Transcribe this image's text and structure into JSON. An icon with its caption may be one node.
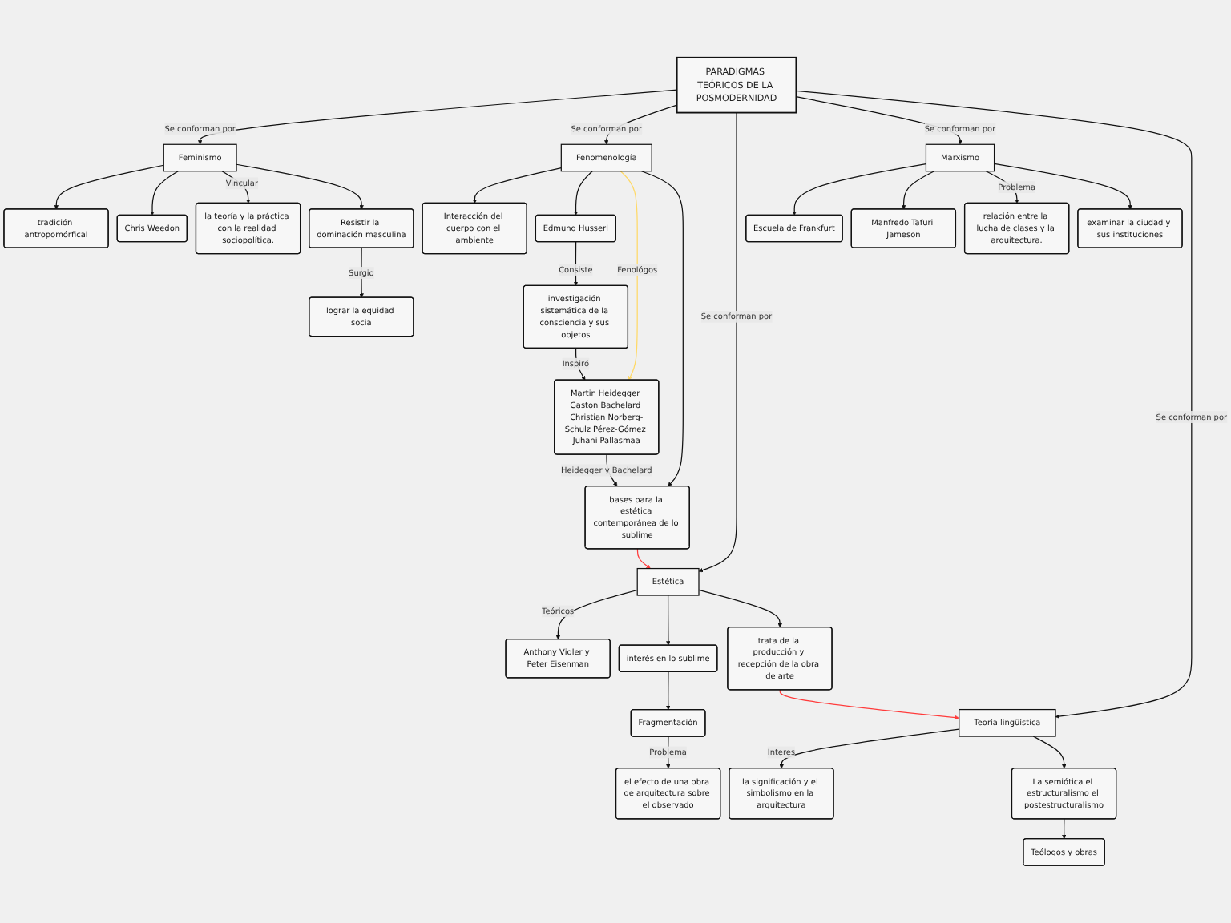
{
  "diagram": {
    "nodes": [
      {
        "text": [
          "PARADIGMAS TEÓRICOS DE LA POSMODERNIDAD"
        ]
      },
      {
        "text": [
          "Feminismo"
        ]
      },
      {
        "text": [
          "tradición antropomórfical"
        ]
      },
      {
        "text": [
          "Chris Weedon"
        ]
      },
      {
        "text": [
          "la teoría y la práctica con la realidad sociopolítica."
        ]
      },
      {
        "text": [
          "Resistir la dominación masculina"
        ]
      },
      {
        "text": [
          "lograr la equidad socia"
        ]
      },
      {
        "text": [
          "Fenomenología"
        ]
      },
      {
        "text": [
          "Interacción del cuerpo con el ambiente"
        ]
      },
      {
        "text": [
          "Edmund Husserl"
        ]
      },
      {
        "text": [
          "investigación sistemática de la consciencia y sus objetos"
        ]
      },
      {
        "text": [
          "Martin Heidegger Gaston Bachelard Christian Norberg-Schulz Pérez-Gómez Juhani Pallasmaa"
        ]
      },
      {
        "text": [
          "bases para la estética contemporánea de lo sublime"
        ]
      },
      {
        "text": [
          "Estética"
        ]
      },
      {
        "text": [
          "Anthony Vidler y Peter Eisenman"
        ]
      },
      {
        "text": [
          "interés en lo sublime"
        ]
      },
      {
        "text": [
          "trata de la producción y recepción de la obra de arte"
        ]
      },
      {
        "text": [
          "Fragmentación"
        ]
      },
      {
        "text": [
          "el efecto de una obra de arquitectura sobre el observado"
        ]
      },
      {
        "text": [
          "Marxismo"
        ]
      },
      {
        "text": [
          "Escuela de Frankfurt"
        ]
      },
      {
        "text": [
          "Manfredo Tafuri Jameson"
        ]
      },
      {
        "text": [
          "relación entre la lucha de clases y la arquitectura."
        ]
      },
      {
        "text": [
          "examinar la ciudad y sus instituciones"
        ]
      },
      {
        "text": [
          "Teoría lingüística"
        ]
      },
      {
        "text": [
          "la significación y el simbolismo en la arquitectura"
        ]
      },
      {
        "text": [
          "La semiótica el estructuralismo el postestructuralismo"
        ]
      },
      {
        "text": [
          "Teólogos y obras"
        ]
      }
    ],
    "edges": [
      {
        "from": 0,
        "to": 1,
        "arrow": "to",
        "label": "Se conforman por"
      },
      {
        "from": 1,
        "to": 2,
        "arrow": "to"
      },
      {
        "from": 1,
        "to": 3,
        "arrow": "to"
      },
      {
        "from": 1,
        "to": 4,
        "arrow": "to",
        "label": "Vincular"
      },
      {
        "from": 1,
        "to": 5,
        "arrow": "to"
      },
      {
        "from": 5,
        "to": 6,
        "arrow": "to",
        "label": "Surgio"
      },
      {
        "from": 0,
        "to": 7,
        "arrow": "to",
        "label": "Se conforman por"
      },
      {
        "from": 7,
        "to": 8,
        "arrow": "to"
      },
      {
        "from": 7,
        "to": 9,
        "arrow": "to"
      },
      {
        "from": 9,
        "to": 10,
        "arrow": "to",
        "label": "Consiste"
      },
      {
        "from": 10,
        "to": 11,
        "arrow": "to",
        "label": "Inspiró"
      },
      {
        "from": 7,
        "to": 11,
        "arrow": "to",
        "label": "Fenológos",
        "color": "#ffd966"
      },
      {
        "from": 7,
        "to": 12,
        "arrow": "to"
      },
      {
        "from": 11,
        "to": 12,
        "arrow": "to",
        "label": "Heidegger y Bachelard"
      },
      {
        "from": 12,
        "to": 13,
        "arrow": "to",
        "color": "#ff3b3b"
      },
      {
        "from": 0,
        "to": 13,
        "arrow": "to",
        "label": "Se conforman por"
      },
      {
        "from": 13,
        "to": 14,
        "arrow": "to",
        "label": "Teóricos"
      },
      {
        "from": 13,
        "to": 15,
        "arrow": "to"
      },
      {
        "from": 13,
        "to": 16,
        "arrow": "to"
      },
      {
        "from": 15,
        "to": 17,
        "arrow": "to"
      },
      {
        "from": 17,
        "to": 18,
        "arrow": "to",
        "label": "Problema"
      },
      {
        "from": 16,
        "to": 24,
        "arrow": "to",
        "color": "#ff3b3b"
      },
      {
        "from": 0,
        "to": 19,
        "arrow": "to",
        "label": "Se conforman por"
      },
      {
        "from": 19,
        "to": 20,
        "arrow": "to"
      },
      {
        "from": 19,
        "to": 21,
        "arrow": "to"
      },
      {
        "from": 19,
        "to": 22,
        "arrow": "to",
        "label": "Problema"
      },
      {
        "from": 19,
        "to": 23,
        "arrow": "to"
      },
      {
        "from": 0,
        "to": 24,
        "arrow": "to",
        "label": "Se conforman por"
      },
      {
        "from": 24,
        "to": 25,
        "arrow": "to",
        "label": "Interes"
      },
      {
        "from": 24,
        "to": 26,
        "arrow": "to"
      },
      {
        "from": 26,
        "to": 27,
        "arrow": "to"
      }
    ]
  }
}
